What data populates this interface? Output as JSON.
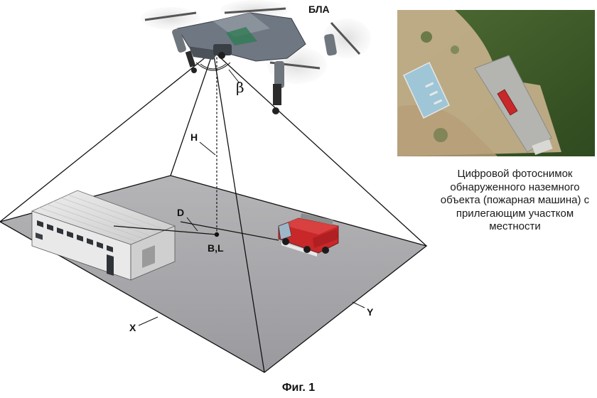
{
  "labels": {
    "uav": "БЛА",
    "angle": "β",
    "height": "H",
    "distance": "D",
    "point": "B,L",
    "axis_x": "X",
    "axis_y": "Y"
  },
  "photo_caption": "Цифровой фотоснимок обнаруженного наземного объекта (пожарная машина) с прилегающим участком местности",
  "figure_title": "Фиг. 1",
  "colors": {
    "ground": "#a7a7aa",
    "drone_body": "#6f7782",
    "fire_truck": "#c8282a",
    "photo_vegetation": "#3d5a26",
    "photo_sand": "#c9b28e"
  }
}
